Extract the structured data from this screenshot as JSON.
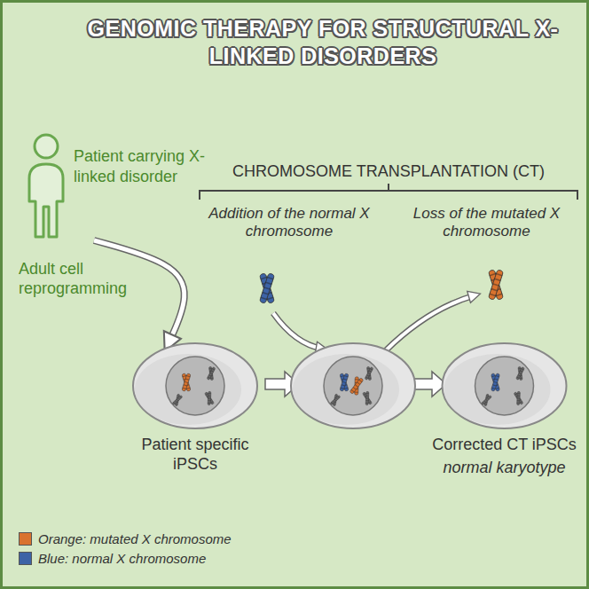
{
  "diagram": {
    "title": "GENOMIC THERAPY FOR STRUCTURAL X-LINKED DISORDERS",
    "nodes": [
      {
        "text": [
          "Patient carrying X-linked disorder"
        ]
      },
      {
        "text": [
          "Patient specific iPSCs"
        ]
      },
      {
        "text": [
          "Corrected CT iPSCs",
          "normal karyotype"
        ]
      }
    ],
    "edges": [
      {
        "from": 0,
        "to": 1,
        "arrow": "to",
        "label": "Adult cell reprogramming"
      }
    ],
    "labels": [
      "CHROMOSOME TRANSPLANTATION (CT)",
      "Addition of the normal X chromosome",
      "Loss of the mutated X chromosome"
    ],
    "legend": [
      {
        "text": "Orange: mutated X chromosome",
        "color": "#d9732e"
      },
      {
        "text": "Blue: normal X chromosome",
        "color": "#3d63a6"
      }
    ]
  }
}
